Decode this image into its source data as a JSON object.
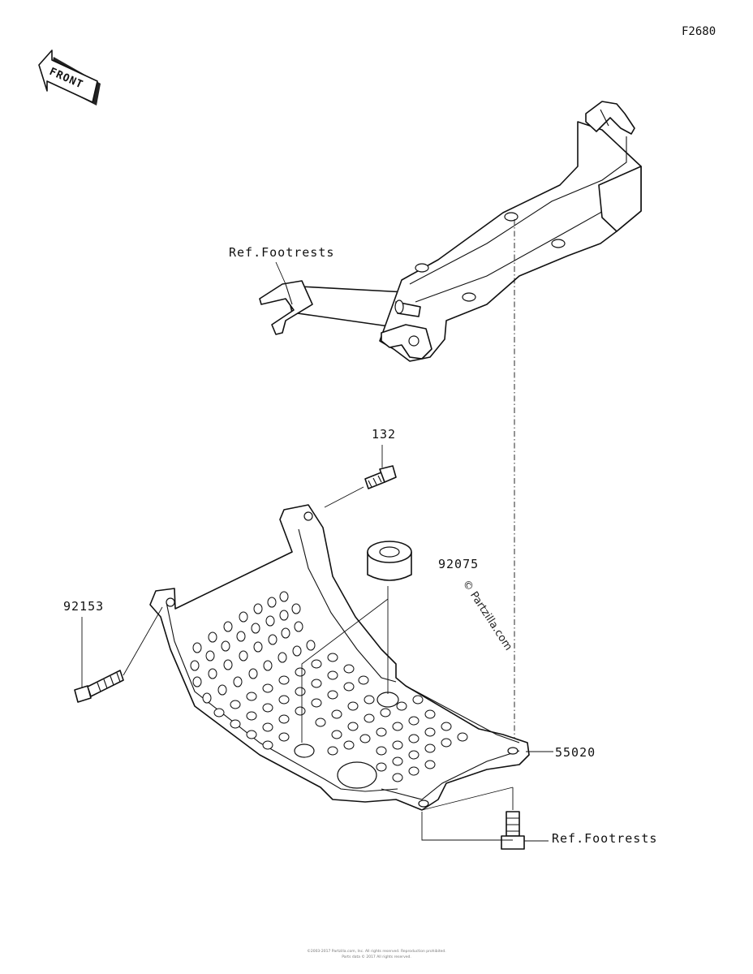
{
  "figure_code": "F2680",
  "front_label": "FRONT",
  "labels": {
    "ref_footrests_top": "Ref.Footrests",
    "part_132": "132",
    "part_92075": "92075",
    "part_92153": "92153",
    "part_55020": "55020",
    "ref_footrests_bottom": "Ref.Footrests"
  },
  "watermark": "© Partzilla.com",
  "footer": {
    "line1": "©2003-2017 Partzilla.com, Inc. All rights reserved. Reproduction prohibited.",
    "line2": "Parts data © 2017 All rights reserved."
  }
}
